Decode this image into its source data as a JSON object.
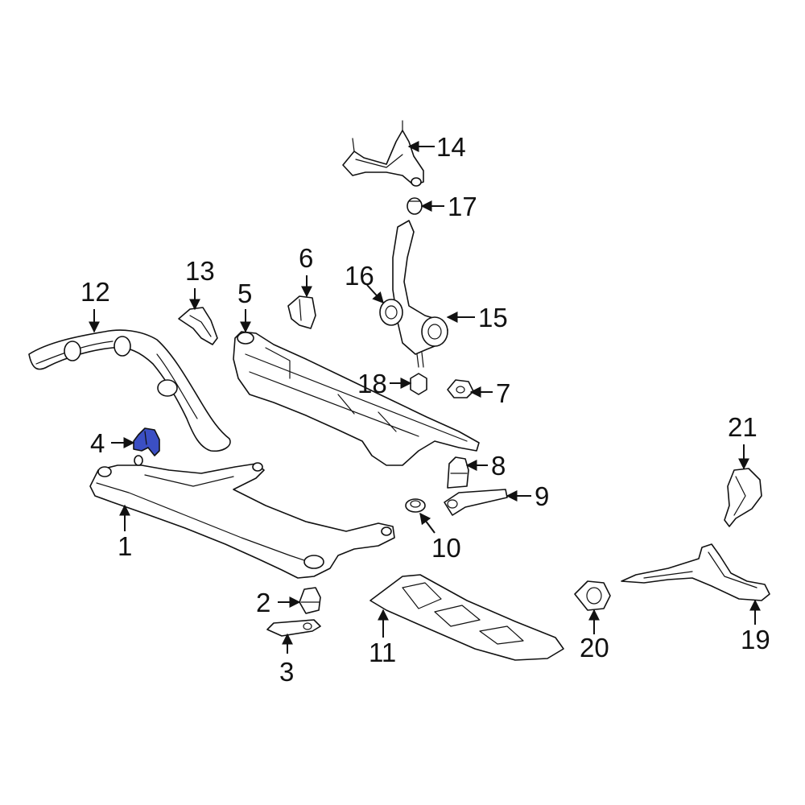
{
  "diagram": {
    "highlight_color": "#3b4fc4",
    "callouts": [
      {
        "id": "1",
        "label": "1"
      },
      {
        "id": "2",
        "label": "2"
      },
      {
        "id": "3",
        "label": "3"
      },
      {
        "id": "4",
        "label": "4",
        "highlighted": true
      },
      {
        "id": "5",
        "label": "5"
      },
      {
        "id": "6",
        "label": "6"
      },
      {
        "id": "7",
        "label": "7"
      },
      {
        "id": "8",
        "label": "8"
      },
      {
        "id": "9",
        "label": "9"
      },
      {
        "id": "10",
        "label": "10"
      },
      {
        "id": "11",
        "label": "11"
      },
      {
        "id": "12",
        "label": "12"
      },
      {
        "id": "13",
        "label": "13"
      },
      {
        "id": "14",
        "label": "14"
      },
      {
        "id": "15",
        "label": "15"
      },
      {
        "id": "16",
        "label": "16"
      },
      {
        "id": "17",
        "label": "17"
      },
      {
        "id": "18",
        "label": "18"
      },
      {
        "id": "19",
        "label": "19"
      },
      {
        "id": "20",
        "label": "20"
      },
      {
        "id": "21",
        "label": "21"
      }
    ]
  }
}
